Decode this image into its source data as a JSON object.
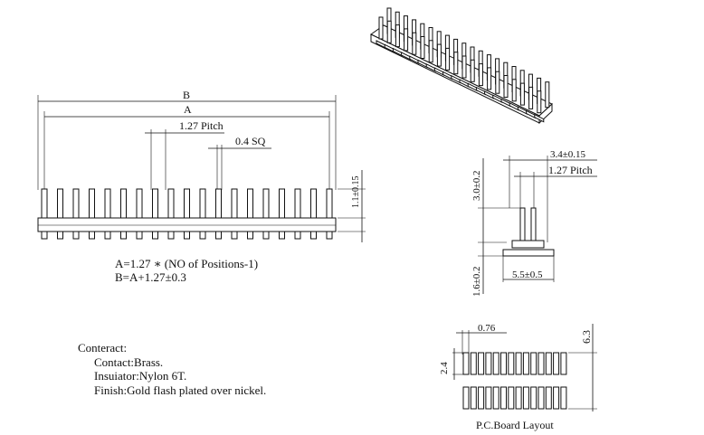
{
  "front_view": {
    "label_b": "B",
    "label_a": "A",
    "pitch": "1.27 Pitch",
    "pin_size": "0.4 SQ",
    "pin_height": "1.1±0.15"
  },
  "formulas": {
    "a": "A=1.27 ∗ (NO of Positions-1)",
    "b": "B=A+1.27±0.3"
  },
  "side_view": {
    "width": "3.4±0.15",
    "pitch": "1.27 Pitch",
    "pin_height": "3.0±0.2",
    "base_height": "1.6±0.2",
    "foot_width": "5.5±0.5"
  },
  "pcb_layout": {
    "pad_width": "0.76",
    "row_height": "2.4",
    "total_height": "6.3",
    "caption": "P.C.Board Layout"
  },
  "notes": {
    "heading": "Conteract:",
    "contact": "Contact:Brass.",
    "insulator": "Insuiator:Nylon 6T.",
    "finish": "Finish:Gold flash plated over nickel."
  }
}
